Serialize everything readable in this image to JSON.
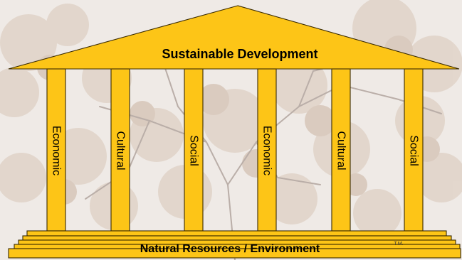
{
  "roof": {
    "label": "Sustainable Development"
  },
  "pillars": [
    {
      "label": "Economic"
    },
    {
      "label": "Cultural"
    },
    {
      "label": "Social"
    },
    {
      "label": "Economic"
    },
    {
      "label": "Cultural"
    },
    {
      "label": "Social"
    }
  ],
  "base": {
    "label": "Natural Resources / Environment",
    "trademark": "T.M."
  },
  "colors": {
    "gold": "#fdc517",
    "outline": "#3a2a00",
    "background": "#efeae6"
  }
}
